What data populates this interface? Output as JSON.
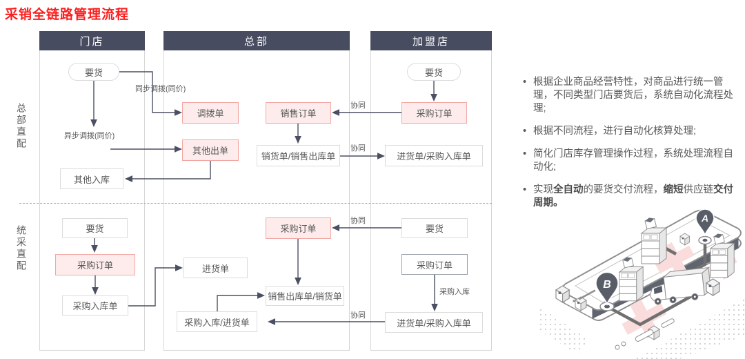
{
  "title": "采销全链路管理流程",
  "colors": {
    "title": "#fb1d1d",
    "header_bg": "#474c61",
    "header_text": "#ffffff",
    "pink_fill": "#fdeceb",
    "pink_border": "#f1a7a3",
    "box_border": "#dcdcdc",
    "arrow": "#4b4f63",
    "text": "#595959"
  },
  "flow": {
    "columns": [
      {
        "label": "门店"
      },
      {
        "label": "总部"
      },
      {
        "label": "加盟店"
      }
    ],
    "sections": [
      {
        "label": "总部直配"
      },
      {
        "label": "统采直配"
      }
    ],
    "nodes": [
      {
        "label": "要货"
      },
      {
        "label": "调拨单"
      },
      {
        "label": "销售订单"
      },
      {
        "label": "其他出单"
      },
      {
        "label": "销货单/销售出库单"
      },
      {
        "label": "其他入库"
      },
      {
        "label": "要货"
      },
      {
        "label": "采购订单"
      },
      {
        "label": "进货单/采购入库单"
      },
      {
        "label": "要货"
      },
      {
        "label": "采购订单"
      },
      {
        "label": "采购入库单"
      },
      {
        "label": "进货单"
      },
      {
        "label": "采购订单"
      },
      {
        "label": "销售出库单/销货单"
      },
      {
        "label": "采购入库/进货单"
      },
      {
        "label": "要货"
      },
      {
        "label": "采购订单"
      },
      {
        "label": "进货单/采购入库单"
      }
    ],
    "edge_labels": [
      {
        "text": "同步调拨(同价)"
      },
      {
        "text": "异步调拨(同价)"
      },
      {
        "text": "协同"
      },
      {
        "text": "协同"
      },
      {
        "text": "协同"
      },
      {
        "text": "协同"
      },
      {
        "text": "采购入库"
      }
    ]
  },
  "bullets": [
    {
      "segments": [
        {
          "t": "根据企业商品经营特性，对商品进行统一管理，不同类型门店要货后，系统自动化流程处理;",
          "b": false
        }
      ]
    },
    {
      "segments": [
        {
          "t": "根据不同流程，进行自动化核算处理;",
          "b": false
        }
      ]
    },
    {
      "segments": [
        {
          "t": "简化门店库存管理操作过程，系统处理流程自动化;",
          "b": false
        }
      ]
    },
    {
      "segments": [
        {
          "t": "实现",
          "b": false
        },
        {
          "t": "全自动",
          "b": true
        },
        {
          "t": "的要货交付流程，",
          "b": false
        },
        {
          "t": "缩短",
          "b": true
        },
        {
          "t": "供应链",
          "b": false
        },
        {
          "t": "交付周期。",
          "b": true
        }
      ]
    }
  ],
  "illustration": {
    "pin_a": "A",
    "pin_b": "B"
  }
}
